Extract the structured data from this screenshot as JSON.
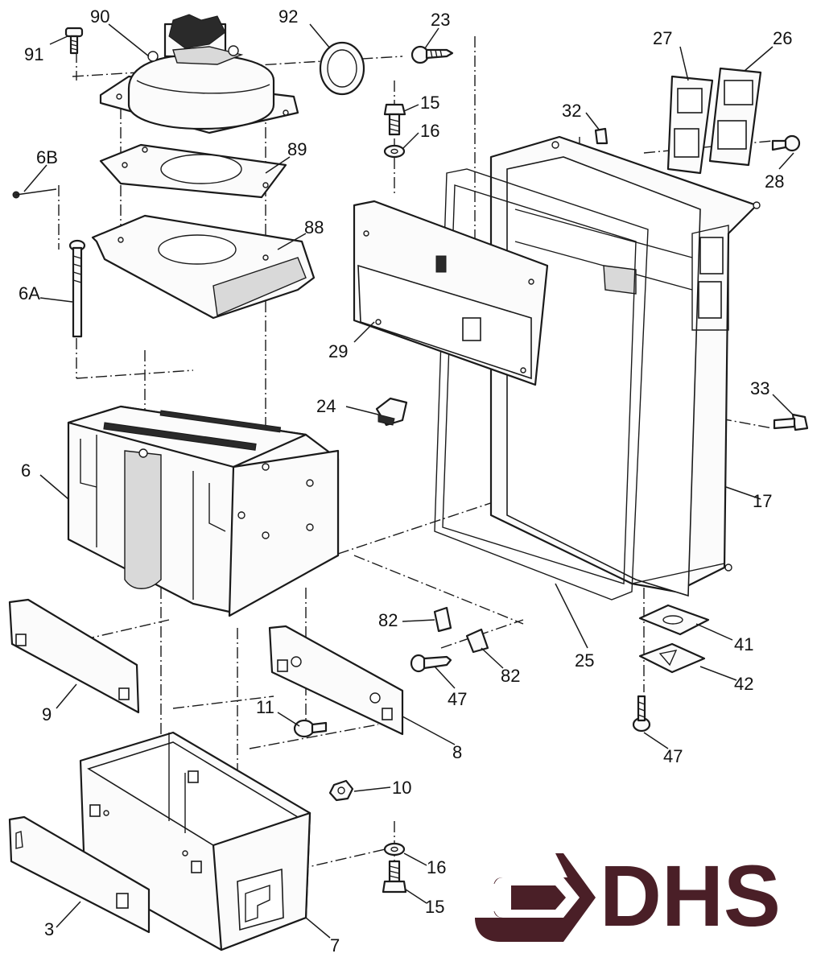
{
  "diagram": {
    "labels": {
      "p90": "90",
      "p92": "92",
      "p23": "23",
      "p27": "27",
      "p26": "26",
      "p91": "91",
      "p15a": "15",
      "p16a": "16",
      "p32": "32",
      "p6B": "6B",
      "p89": "89",
      "p28": "28",
      "p88": "88",
      "p6A": "6A",
      "p29": "29",
      "p24": "24",
      "p33": "33",
      "p6": "6",
      "p17": "17",
      "p82a": "82",
      "p41": "41",
      "p82b": "82",
      "p25": "25",
      "p47a": "47",
      "p42": "42",
      "p9": "9",
      "p11": "11",
      "p8": "8",
      "p47b": "47",
      "p10": "10",
      "p16b": "16",
      "p3": "3",
      "p15b": "15",
      "p7": "7"
    }
  },
  "logo": {
    "text": "DHS",
    "color": "#4a1f27"
  }
}
